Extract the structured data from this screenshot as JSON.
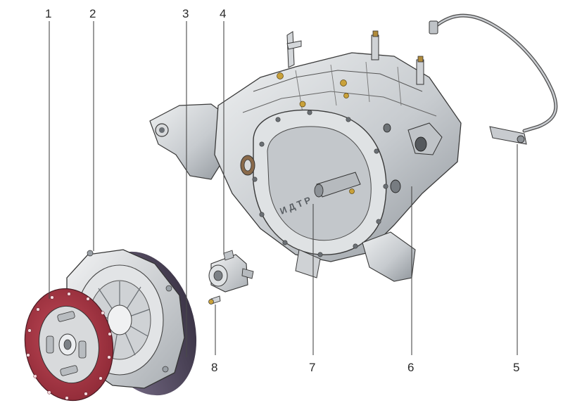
{
  "callouts": [
    "1",
    "2",
    "3",
    "4",
    "5",
    "6",
    "7",
    "8"
  ],
  "housing_text": "И Д Т Р",
  "colors": {
    "disc_lining": "#b23a4a",
    "housing_shade": "#9aa0a6",
    "housing_light": "#e4e6e8",
    "brass_fitting": "#c9a13a",
    "line_art": "#3a3a3a"
  }
}
